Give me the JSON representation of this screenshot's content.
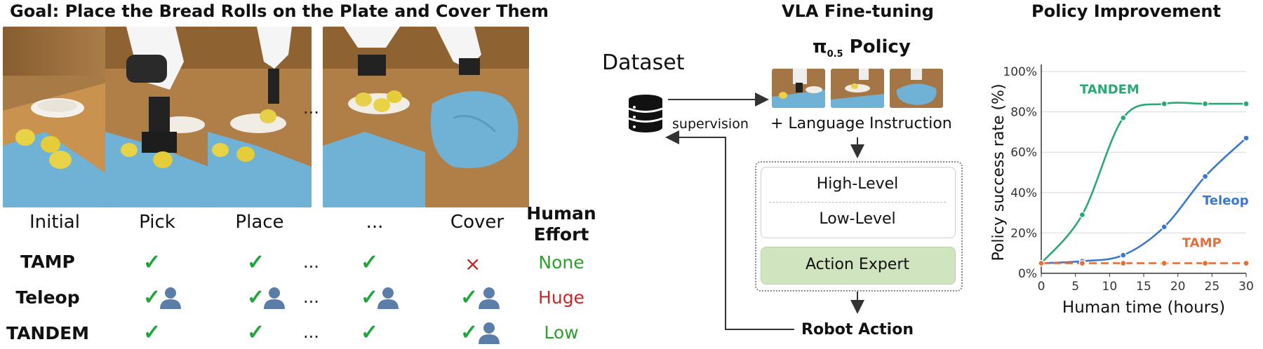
{
  "panels": {
    "goal_title": "Goal: Place the Bread Rolls on the Plate and Cover Them",
    "vla_title": "VLA Fine-tuning",
    "policy_title": "Policy Improvement"
  },
  "stages": [
    "Initial",
    "Pick",
    "Place",
    "...",
    "Cover"
  ],
  "ellipsis": "...",
  "effort_header": [
    "Human",
    "Effort"
  ],
  "methods": [
    {
      "name": "TAMP",
      "marks": [
        "✓",
        "✓",
        "✓",
        "×"
      ],
      "human": [
        false,
        false,
        false,
        false
      ],
      "effort": "None",
      "effort_color": "#2ca02c"
    },
    {
      "name": "Teleop",
      "marks": [
        "✓",
        "✓",
        "✓",
        "✓"
      ],
      "human": [
        true,
        true,
        true,
        true
      ],
      "effort": "Huge",
      "effort_color": "#c62828"
    },
    {
      "name": "TANDEM",
      "marks": [
        "✓",
        "✓",
        "✓",
        "✓"
      ],
      "human": [
        false,
        false,
        false,
        true
      ],
      "effort": "Low",
      "effort_color": "#2ca02c"
    }
  ],
  "vla": {
    "dataset_label": "Dataset",
    "supervision_label": "supervision",
    "policy_pi": "π",
    "policy_sub": "0.5",
    "policy_word": "Policy",
    "language_instruction": "+ Language Instruction",
    "high_level": "High-Level",
    "low_level": "Low-Level",
    "action_expert": "Action Expert",
    "robot_action": "Robot Action"
  },
  "chart_data": {
    "type": "line",
    "xlabel": "Human time (hours)",
    "ylabel": "Policy success rate (%)",
    "xlim": [
      0,
      30
    ],
    "ylim": [
      0,
      100
    ],
    "xticks": [
      0,
      5,
      10,
      15,
      20,
      25,
      30
    ],
    "yticks": [
      0,
      20,
      40,
      60,
      80,
      100
    ],
    "ytick_labels": [
      "0%",
      "20%",
      "40%",
      "60%",
      "80%",
      "100%"
    ],
    "grid": "horizontal",
    "series": [
      {
        "name": "TANDEM",
        "color": "#2aa876",
        "dashed": false,
        "points": [
          [
            0,
            5
          ],
          [
            6,
            29
          ],
          [
            12,
            77
          ],
          [
            18,
            84
          ],
          [
            24,
            84
          ],
          [
            30,
            84
          ]
        ]
      },
      {
        "name": "Teleop",
        "color": "#3a78c9",
        "dashed": false,
        "points": [
          [
            0,
            5
          ],
          [
            6,
            6
          ],
          [
            12,
            9
          ],
          [
            18,
            23
          ],
          [
            24,
            48
          ],
          [
            30,
            67
          ]
        ]
      },
      {
        "name": "TAMP",
        "color": "#e4703a",
        "dashed": true,
        "points": [
          [
            0,
            5
          ],
          [
            6,
            5
          ],
          [
            12,
            5
          ],
          [
            18,
            5
          ],
          [
            24,
            5
          ],
          [
            30,
            5
          ]
        ]
      }
    ]
  }
}
